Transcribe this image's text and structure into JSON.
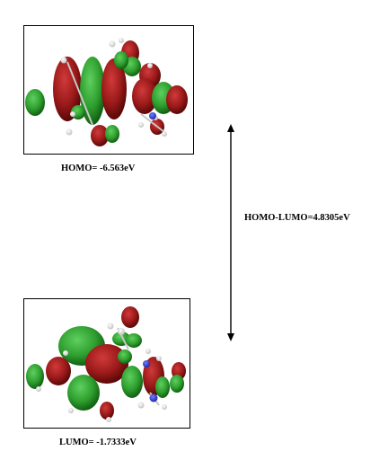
{
  "homo": {
    "label": "HOMO= -6.563eV"
  },
  "lumo": {
    "label": "LUMO= -1.7333eV"
  },
  "gap": {
    "label": "HOMO-LUMO=4.8305eV"
  },
  "colors": {
    "positive_lobe": "#9c1a1a",
    "negative_lobe": "#2fa02f",
    "hydrogen": "#ffffff",
    "nitrogen": "#2233cc",
    "bond": "#c8c8c8",
    "arrow": "#000000"
  }
}
